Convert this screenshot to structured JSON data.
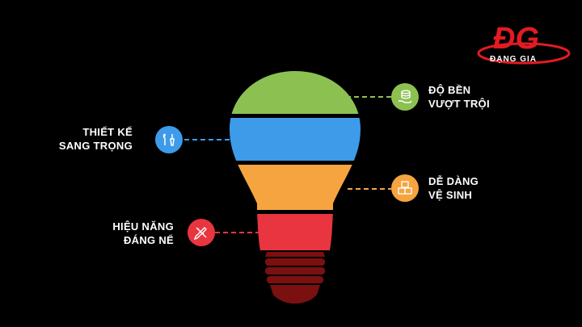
{
  "logo": {
    "mark": "ĐG",
    "text": "ĐẠNG GIA",
    "color": "#e21b23"
  },
  "features": {
    "top_right": {
      "line1": "ĐỘ BỀN",
      "line2": "VƯỢT TRỘI",
      "icon": "stack-coins-hand-icon",
      "color": "#8cc152"
    },
    "mid_left": {
      "line1": "THIẾT KẾ",
      "line2": "SANG TRỌNG",
      "icon": "tools-icon",
      "color": "#3d9be9"
    },
    "mid_right": {
      "line1": "DỄ DÀNG",
      "line2": "VỆ SINH",
      "icon": "boxes-icon",
      "color": "#f6a440"
    },
    "bottom_left": {
      "line1": "HIỆU NĂNG",
      "line2": "ĐÁNG NỂ",
      "icon": "pencil-ruler-icon",
      "color": "#e8353f"
    }
  },
  "bulb_colors": {
    "band1": "#8cc152",
    "band2": "#3d9be9",
    "band3": "#f6a440",
    "band4": "#e8353f",
    "base": "#7a1010"
  }
}
